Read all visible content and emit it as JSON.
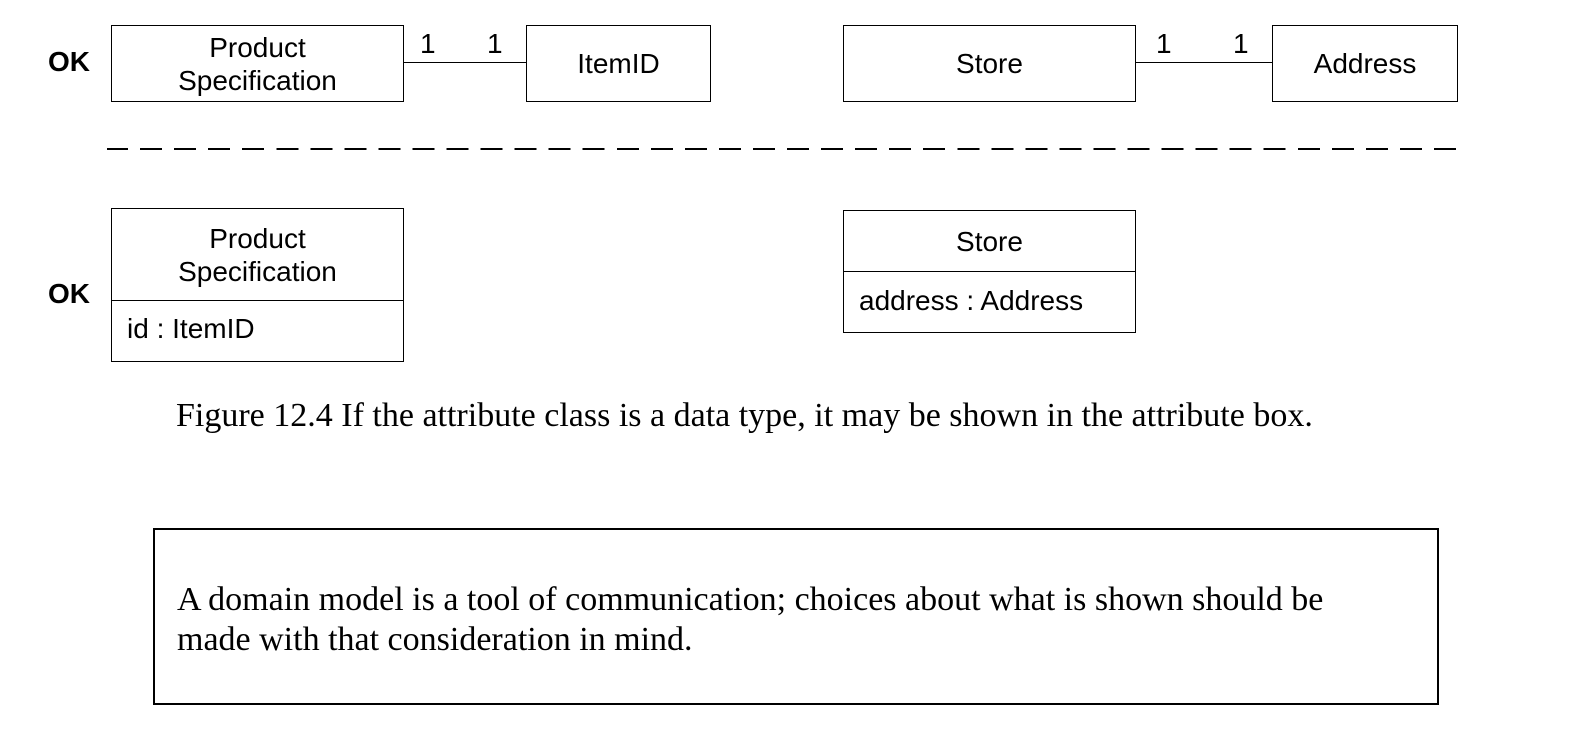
{
  "diagram": {
    "ok_label": "OK",
    "top_row": {
      "product_spec": {
        "line1": "Product",
        "line2": "Specification"
      },
      "item_id": "ItemID",
      "store": "Store",
      "address": "Address",
      "multiplicity": "1"
    },
    "bottom_row": {
      "product_spec": {
        "line1": "Product",
        "line2": "Specification",
        "attribute": "id : ItemID"
      },
      "store": {
        "name": "Store",
        "attribute": "address : Address"
      }
    }
  },
  "caption": "Figure 12.4 If the attribute class is a data type, it may be shown in the attribute box.",
  "note": "A domain model is a tool of communication; choices about what is shown should be made with that consideration in mind."
}
